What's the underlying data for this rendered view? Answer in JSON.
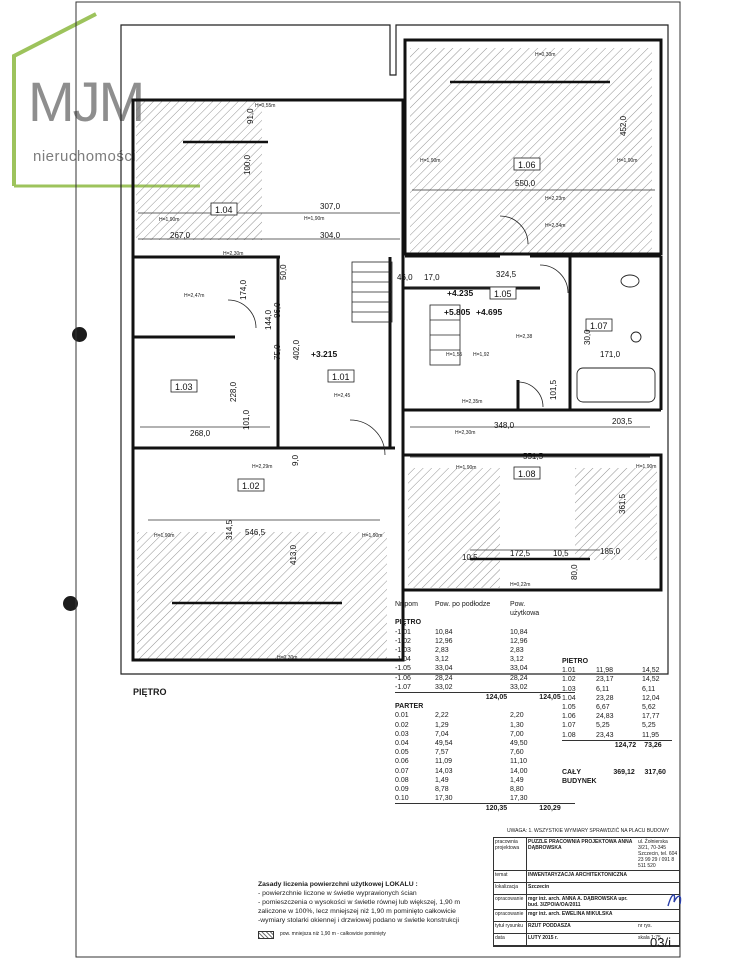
{
  "logo": {
    "brand": "MJM",
    "tagline": "nieruchomości"
  },
  "plan": {
    "floor_label": "PIĘTRO",
    "rooms": [
      {
        "id": "1.01"
      },
      {
        "id": "1.02"
      },
      {
        "id": "1.03"
      },
      {
        "id": "1.04"
      },
      {
        "id": "1.05"
      },
      {
        "id": "1.06"
      },
      {
        "id": "1.07"
      },
      {
        "id": "1.08"
      }
    ],
    "dimensions": [
      "307,0",
      "267,0",
      "304,0",
      "550,0",
      "452,0",
      "324,5",
      "174,0",
      "144,0",
      "86,0",
      "75,0",
      "402,0",
      "228,0",
      "268,0",
      "101,0",
      "9,0",
      "546,5",
      "314,5",
      "413,0",
      "348,0",
      "203,5",
      "551,5",
      "361,5",
      "185,0",
      "171,0",
      "101,5",
      "46,0",
      "17,0",
      "100,0",
      "91,0",
      "80,0",
      "10,5",
      "172,5",
      "10,5",
      "50,0",
      "30,0"
    ],
    "levels": [
      "+4.235",
      "+4.695",
      "+5.805",
      "+3.215"
    ],
    "heights": [
      "H=0,55m",
      "H=1,90m",
      "H=1,90m",
      "H=2,30m",
      "H=2,47m",
      "H=2,45",
      "H=2,29m",
      "H=1,90m",
      "H=1,90m",
      "H=0,30m",
      "H=0,30m",
      "H=1,90m",
      "H=1,90m",
      "H=2,23m",
      "H=2,34m",
      "H=2,38",
      "H=1,55",
      "H=1,92",
      "H=2,35m",
      "H=2,30m",
      "H=1,90m",
      "H=1,90m",
      "H=0,22m"
    ]
  },
  "table": {
    "headers": [
      "Nr pom",
      "Pow. po podłodze",
      "Pow. użytkowa"
    ],
    "pietro_title": "PIĘTRO",
    "pietro_rows": [
      [
        "-1.01",
        "10,84",
        "10,84"
      ],
      [
        "-1.02",
        "12,96",
        "12,96"
      ],
      [
        "-1.03",
        "2,83",
        "2,83"
      ],
      [
        "-1.04",
        "3,12",
        "3,12"
      ],
      [
        "-1.05",
        "33,04",
        "33,04"
      ],
      [
        "-1.06",
        "28,24",
        "28,24"
      ],
      [
        "-1.07",
        "33,02",
        "33,02"
      ]
    ],
    "pietro_total": [
      "124,05",
      "124,05"
    ],
    "parter_title": "PARTER",
    "parter_rows": [
      [
        "0.01",
        "2,22",
        "2,20"
      ],
      [
        "0.02",
        "1,29",
        "1,30"
      ],
      [
        "0.03",
        "7,04",
        "7,00"
      ],
      [
        "0.04",
        "49,54",
        "49,50"
      ],
      [
        "0.05",
        "7,57",
        "7,60"
      ],
      [
        "0.06",
        "11,09",
        "11,10"
      ],
      [
        "0.07",
        "14,03",
        "14,00"
      ],
      [
        "0.08",
        "1,49",
        "1,49"
      ],
      [
        "0.09",
        "8,78",
        "8,80"
      ],
      [
        "0.10",
        "17,30",
        "17,30"
      ]
    ],
    "parter_total": [
      "120,35",
      "120,29"
    ],
    "pietro2_title": "PIETRO",
    "pietro2_rows": [
      [
        "1.01",
        "11,98",
        "14,52"
      ],
      [
        "1.02",
        "23,17",
        "14,52"
      ],
      [
        "1.03",
        "6,11",
        "6,11"
      ],
      [
        "1.04",
        "23,28",
        "12,04"
      ],
      [
        "1.05",
        "6,67",
        "5,62"
      ],
      [
        "1.06",
        "24,83",
        "17,77"
      ],
      [
        "1.07",
        "5,25",
        "5,25"
      ],
      [
        "1.08",
        "23,43",
        "11,95"
      ]
    ],
    "pietro2_total": [
      "124,72",
      "73,26"
    ],
    "building_label": "CAŁY BUDYNEK",
    "building_values": [
      "369,12",
      "317,60"
    ]
  },
  "notes": {
    "title": "Zasady liczenia powierzchni użytkowej LOKALU :",
    "lines": [
      "- powierzchnie liczone  w świetle wyprawionych ścian",
      "- pomieszczenia o wysokości w świetle równej lub większej, 1,90 m",
      "zaliczone w 100%, lecz mniejszej niż 1,90 m pominięto całkowicie",
      "-wymiary stolarki okiennej i drzwiowej podano w świetle konstrukcji"
    ],
    "legend": "pow. mniejsza niż 1,90 m - całkowicie pominięty"
  },
  "title_block": {
    "top_note": "UWAGA:  1. WSZYSTKIE WYMIARY SPRAWDZIĆ NA PLACU BUDOWY",
    "rows": [
      [
        "pracownia projektowa",
        "PUZZLE PRACOWNIA PROJEKTOWA ANNA DĄBROWSKA",
        "ul. Żołnierska 3/21, 70-345 Szczecin, tel. 604 23 99 29 / 091 8 511 520"
      ],
      [
        "temat",
        "INWENTARYZACJA ARCHITEKTONICZNA",
        ""
      ],
      [
        "lokalizacja",
        "Szczecin",
        ""
      ],
      [
        "opracowanie",
        "mgr inż. arch. ANNA A. DĄBROWSKA upr. bud. 3/ZPOIA/OA/2011",
        ""
      ],
      [
        "opracowanie",
        "mgr inż. arch. EWELINA MIKULSKA",
        ""
      ],
      [
        "tytuł rysunku",
        "RZUT PODDASZA",
        "nr rys."
      ],
      [
        "data",
        "LUTY 2015 r.",
        "skala 1:75"
      ]
    ],
    "drawing_no": "03/i"
  }
}
